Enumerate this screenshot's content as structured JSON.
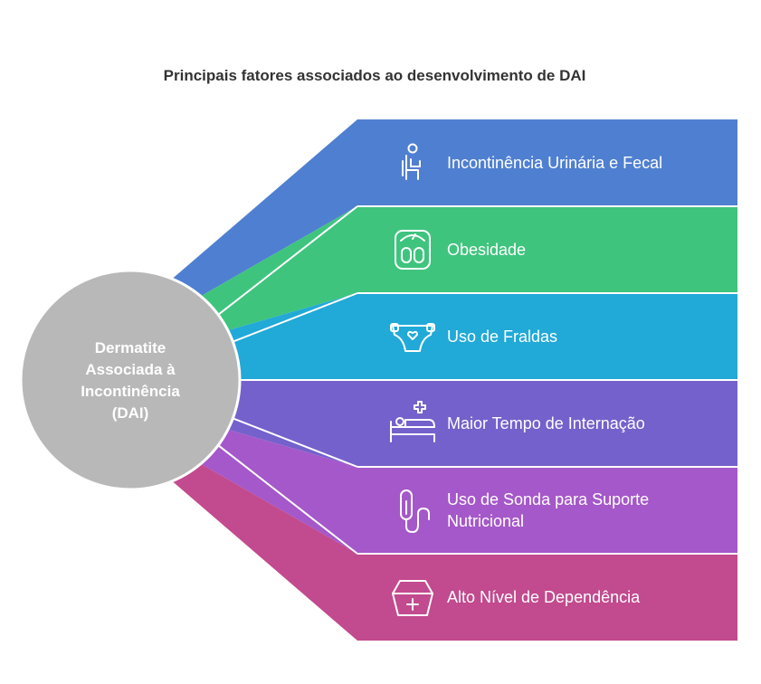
{
  "title": "Principais fatores associados ao desenvolvimento de DAI",
  "center": {
    "lines": [
      "Dermatite",
      "Associada à",
      "Incontinência",
      "(DAI)"
    ],
    "color": "#b8b8b8"
  },
  "factors": [
    {
      "lines": [
        "Incontinência Urinária e Fecal"
      ],
      "color": "#4f7fd0",
      "icon": "toilet-person-icon"
    },
    {
      "lines": [
        "Obesidade"
      ],
      "color": "#3fc47e",
      "icon": "weight-scale-icon"
    },
    {
      "lines": [
        "Uso de Fraldas"
      ],
      "color": "#21a9d8",
      "icon": "diaper-icon"
    },
    {
      "lines": [
        "Maior Tempo de Internação"
      ],
      "color": "#7561cc",
      "icon": "hospital-bed-icon"
    },
    {
      "lines": [
        "Uso de Sonda para Suporte",
        "Nutricional"
      ],
      "color": "#a558c9",
      "icon": "feeding-tube-icon"
    },
    {
      "lines": [
        "Alto Nível de Dependência"
      ],
      "color": "#c24a8e",
      "icon": "nurse-cap-icon"
    }
  ]
}
